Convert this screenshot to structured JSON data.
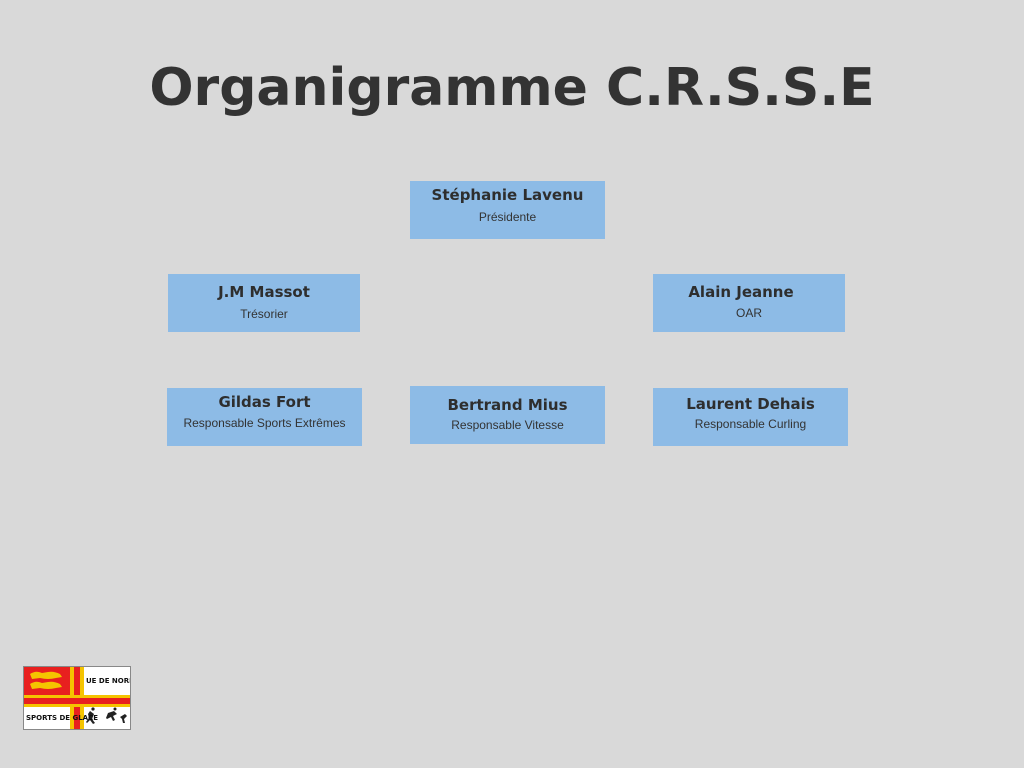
{
  "title": "Organigramme C.R.S.S.E",
  "members": {
    "president": {
      "name": "Stéphanie Lavenu",
      "role": "Présidente"
    },
    "treasurer": {
      "name": "J.M Massot",
      "role": "Trésorier"
    },
    "oar": {
      "name": "Alain Jeanne",
      "role": "OAR"
    },
    "extreme": {
      "name": "Gildas Fort",
      "role": "Responsable Sports Extrêmes"
    },
    "speed": {
      "name": "Bertrand Mius",
      "role": "Responsable Vitesse"
    },
    "curling": {
      "name": "Laurent Dehais",
      "role": "Responsable Curling"
    }
  },
  "logo": {
    "top_text": "UE DE NORMANDIE",
    "bottom_text": "SPORTS DE GLACE"
  },
  "colors": {
    "background": "#d9d9d9",
    "box": "#8dbbe6",
    "text": "#333333",
    "flag_red": "#e8201f",
    "flag_yellow": "#f5c400"
  }
}
